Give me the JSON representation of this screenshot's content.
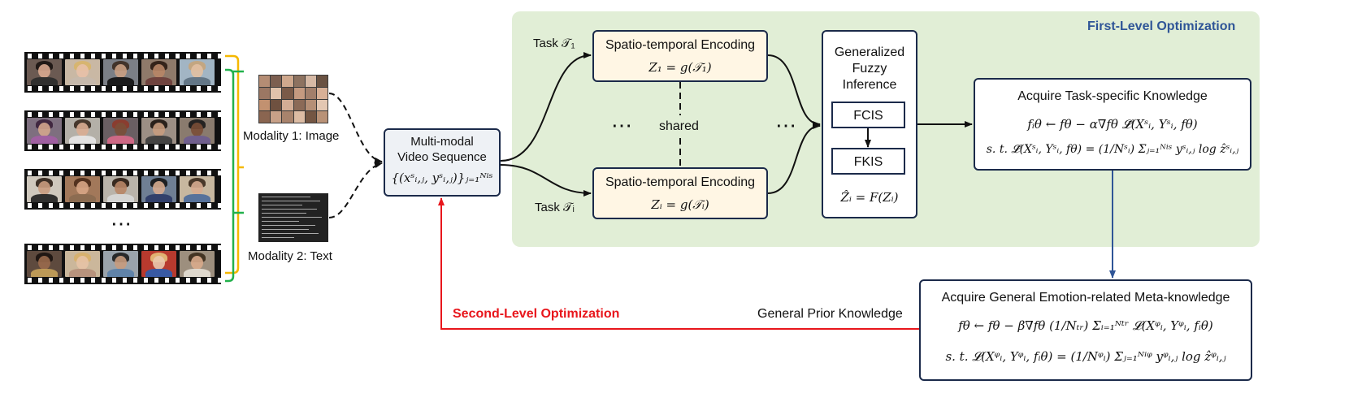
{
  "panel": {
    "title": "First-Level Optimization"
  },
  "left": {
    "ellipsis": "⋯",
    "modality1": "Modality 1: Image",
    "modality2": "Modality 2: Text"
  },
  "video_seq": {
    "line1": "Multi-modal",
    "line2": "Video Sequence",
    "formula": "{(xˢᵢ,ⱼ, yˢᵢ,ⱼ)}ⱼ₌₁ᴺⁱˢ"
  },
  "task1": {
    "label": "Task 𝒯₁"
  },
  "taski": {
    "label": "Task 𝒯ᵢ"
  },
  "enc1": {
    "title": "Spatio-temporal Encoding",
    "formula": "Z₁ = g(𝒯₁)"
  },
  "enci": {
    "title": "Spatio-temporal Encoding",
    "formula": "Zᵢ = g(𝒯ᵢ)"
  },
  "shared": {
    "label": "shared",
    "dots_left": "⋯",
    "dots_right": "⋯"
  },
  "gfi": {
    "line1": "Generalized",
    "line2": "Fuzzy",
    "line3": "Inference",
    "fcis": "FCIS",
    "fkis": "FKIS",
    "formula": "Ẑᵢ = F(Zᵢ)"
  },
  "task_knowledge": {
    "title": "Acquire Task-specific Knowledge",
    "formula1": "fᵢθ ← fθ − α∇fθ 𝓛̃(Xˢᵢ, Yˢᵢ, fθ)",
    "formula2": "s. t. 𝓛̃(Xˢᵢ, Yˢᵢ, fθ) = (1/Nˢᵢ) Σⱼ₌₁ᴺⁱˢ yˢᵢ,ⱼ log ẑˢᵢ,ⱼ"
  },
  "meta_knowledge": {
    "title": "Acquire General Emotion-related Meta-knowledge",
    "formula1": "fθ ← fθ − β∇fθ (1/Nₜᵣ) Σᵢ₌₁ᴺᵗʳ 𝓛(Xᵠᵢ, Yᵠᵢ, fᵢθ)",
    "formula2": "s. t. 𝓛(Xᵠᵢ, Yᵠᵢ, fᵢθ) = (1/Nᵠᵢ) Σⱼ₌₁ᴺⁱᵠ yᵠᵢ,ⱼ log ẑᵠᵢ,ⱼ"
  },
  "second_level": {
    "label": "Second-Level Optimization"
  },
  "prior": {
    "label": "General Prior Knowledge"
  },
  "colors": {
    "panel": "#e1eed6",
    "box_cream": "#fff6e4",
    "blue_title": "#2f5597",
    "red": "#e8161c",
    "border": "#1b2a4a",
    "bracket_yellow": "#f5b800",
    "bracket_green": "#22b14c"
  }
}
